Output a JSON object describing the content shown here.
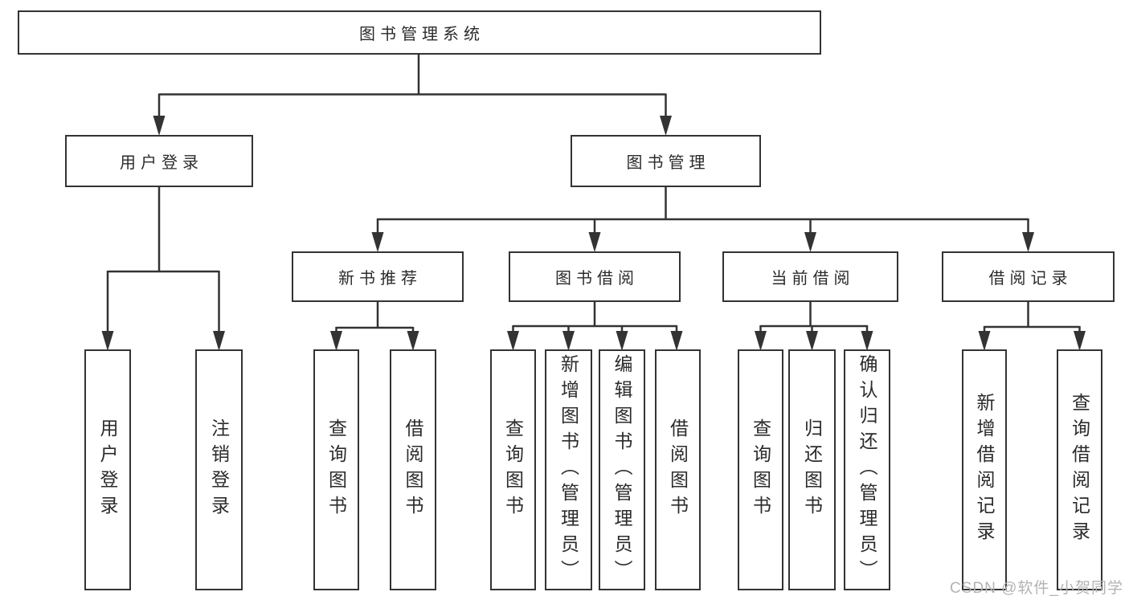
{
  "diagram_type": "hierarchy-tree",
  "tree": {
    "label": "图书管理系统",
    "children": [
      {
        "label": "用户登录",
        "children": [
          {
            "label": "用户登录"
          },
          {
            "label": "注销登录"
          }
        ]
      },
      {
        "label": "图书管理",
        "children": [
          {
            "label": "新书推荐",
            "children": [
              {
                "label": "查询图书"
              },
              {
                "label": "借阅图书"
              }
            ]
          },
          {
            "label": "图书借阅",
            "children": [
              {
                "label": "查询图书"
              },
              {
                "label": "新增图书（管理员）"
              },
              {
                "label": "编辑图书（管理员）"
              },
              {
                "label": "借阅图书"
              }
            ]
          },
          {
            "label": "当前借阅",
            "children": [
              {
                "label": "查询图书"
              },
              {
                "label": "归还图书"
              },
              {
                "label": "确认归还（管理员）"
              }
            ]
          },
          {
            "label": "借阅记录",
            "children": [
              {
                "label": "新增借阅记录"
              },
              {
                "label": "查询借阅记录"
              }
            ]
          }
        ]
      }
    ]
  },
  "watermark": {
    "text": "CSDN @软件_小贺同学"
  },
  "colors": {
    "line": "#333333",
    "box_border": "#333333",
    "text": "#2b2b2b",
    "watermark": "#b3b3b3",
    "background": "#ffffff"
  }
}
